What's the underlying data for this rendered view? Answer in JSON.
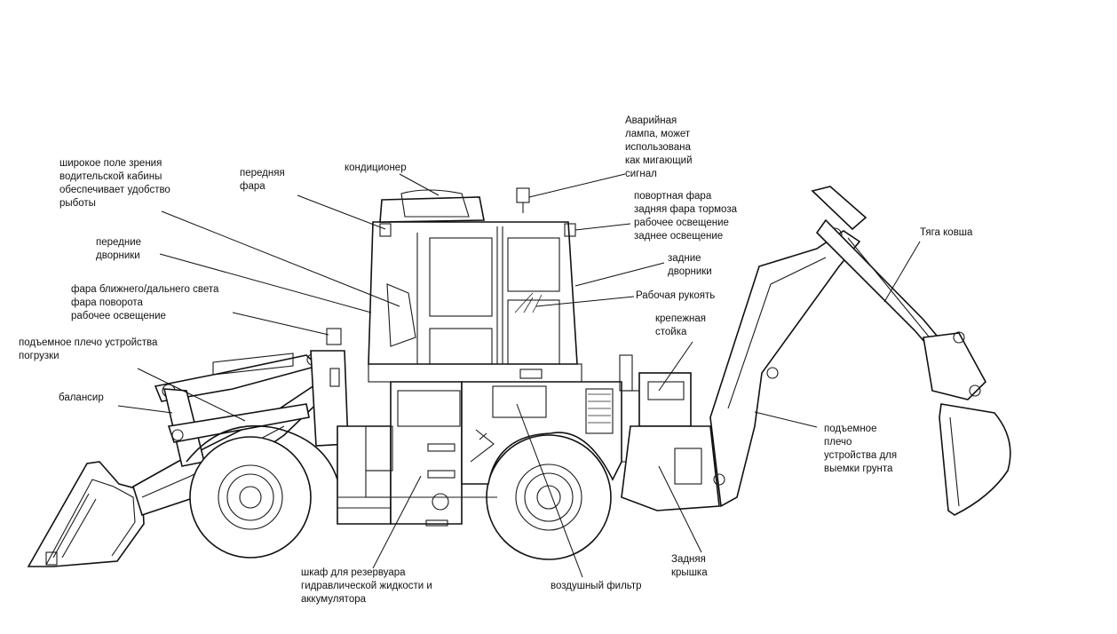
{
  "labels": {
    "field_of_view": "широкое поле зрения\nводительской кабины\nобеспечивает удобство\nрыботы",
    "front_headlight": "передняя\nфара",
    "air_conditioner": "кондиционер",
    "beacon": "Аварийная\nлампа, может\nиспользована\nкак мигающий\nсигнал",
    "rear_lights": "повортная фара\nзадняя фара тормоза\nрабочее освещение\nзаднее освещение",
    "front_wipers": "передние\nдворники",
    "rear_wipers": "задние\nдворники",
    "lights": "фара ближнего/дальнего света\nфара поворота\nрабочее освещение",
    "work_handle": "Рабочая рукоять",
    "mount_stand": "крепежная\nстойка",
    "bucket_link": "Тяга ковша",
    "loader_arm": "подъемное плечо устройства\nпогрузки",
    "balancer": "балансир",
    "digging_arm": "подъемное\nплечо\nустройства для\nвыемки грунта",
    "rear_cover": "Задняя\nкрышка",
    "air_filter": "воздушный фильтр",
    "hydraulic_cabinet": "шкаф для резервуара\nгидравлической жидкости и\nаккумулятора"
  }
}
